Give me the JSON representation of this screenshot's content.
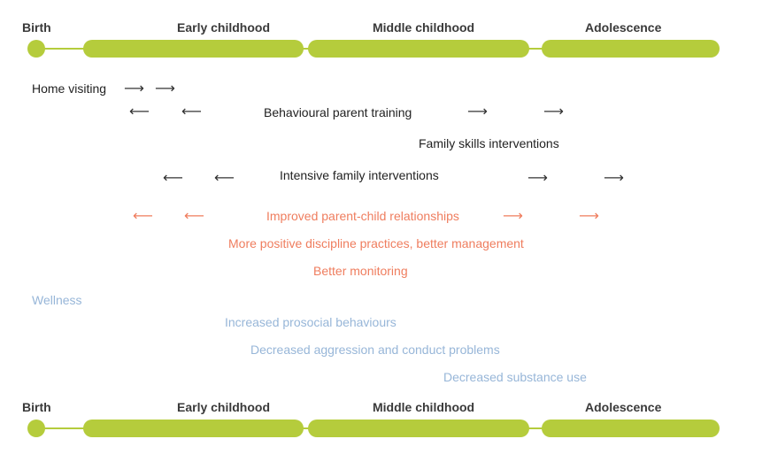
{
  "timeline": {
    "birth": "Birth",
    "early_childhood": "Early childhood",
    "middle_childhood": "Middle childhood",
    "adolescence": "Adolescence"
  },
  "interventions": {
    "home_visiting": "Home visiting",
    "behavioural_parent_training": "Behavioural parent training",
    "family_skills": "Family skills interventions",
    "intensive_family": "Intensive family interventions"
  },
  "parenting_outcomes": {
    "relationships": "Improved parent-child relationships",
    "discipline": "More positive discipline practices, better management",
    "monitoring": "Better monitoring"
  },
  "child_outcomes": {
    "wellness": "Wellness",
    "prosocial": "Increased prosocial behaviours",
    "aggression": "Decreased aggression and conduct problems",
    "substance": "Decreased substance use"
  },
  "arrows": {
    "right": "⟶",
    "left": "⟵"
  },
  "colors": {
    "timeline_green": "#b5cc3c",
    "intervention_text": "#222222",
    "parenting_outcome_orange": "#ef7d5e",
    "child_outcome_blue": "#97b6d8"
  }
}
